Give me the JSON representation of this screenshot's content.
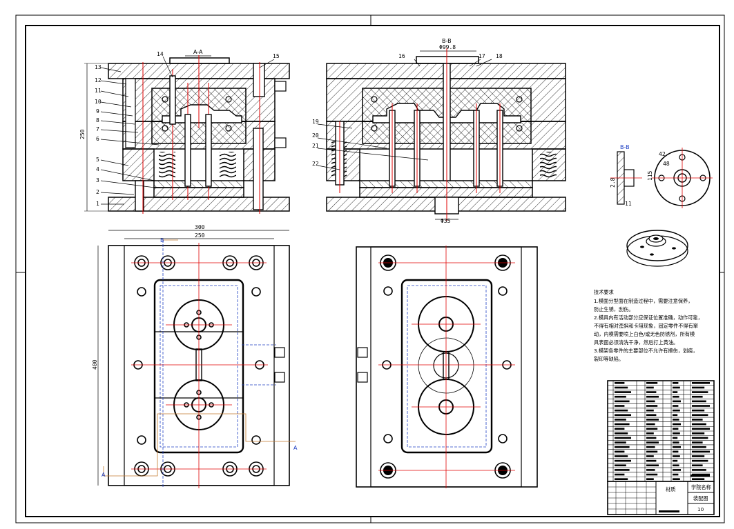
{
  "sheet": {
    "section_aa_label": "A-A",
    "section_bb_label": "B-B",
    "section_a_marker": "A",
    "section_b_marker": "B",
    "section_b_part_label": "B-B"
  },
  "part_numbers_left": [
    "13",
    "12",
    "11",
    "10",
    "9",
    "8",
    "7",
    "6",
    "5",
    "4",
    "3",
    "2",
    "1"
  ],
  "part_numbers_top_left": [
    "14",
    "15"
  ],
  "part_numbers_top_right": [
    "16",
    "17",
    "18"
  ],
  "part_numbers_right": [
    "19",
    "20",
    "21",
    "22"
  ],
  "dimensions": {
    "height_left": "250",
    "width_300": "300",
    "width_250": "250",
    "height_400": "400",
    "dia_99": "Φ99.8",
    "dia_35": "Φ35",
    "mini_dim1": "42",
    "mini_dim2": "115",
    "mini_dim3": "11",
    "mini_dim4": "2.8",
    "mini_dim5": "48"
  },
  "technical_requirements": {
    "title": "技术要求",
    "lines": [
      "1.模面分型面在制造过程中，需要注意保养，",
      "防止生锈，刮伤。",
      "2.模具内有活动部分应保证位置准确，动作可靠，",
      "不得有相对歪斜和卡阻现象，固定零件不得有窜",
      "动，内模需要喷上白色/或无色防锈剂，所有模",
      "具表面必须清洗干净，然后打上黄油。",
      "3.模架各零件的主要部位不允许有擦伤，划痕，",
      "裂印等缺陷。"
    ]
  },
  "title_block": {
    "material_label": "材质",
    "school_label": "学院名称",
    "drawing_name": "装配图",
    "sheet_no": "10"
  },
  "colors": {
    "line": "#000000",
    "centerline": "#e00000",
    "hidden": "#1e3fc4",
    "hatch": "#000000"
  }
}
